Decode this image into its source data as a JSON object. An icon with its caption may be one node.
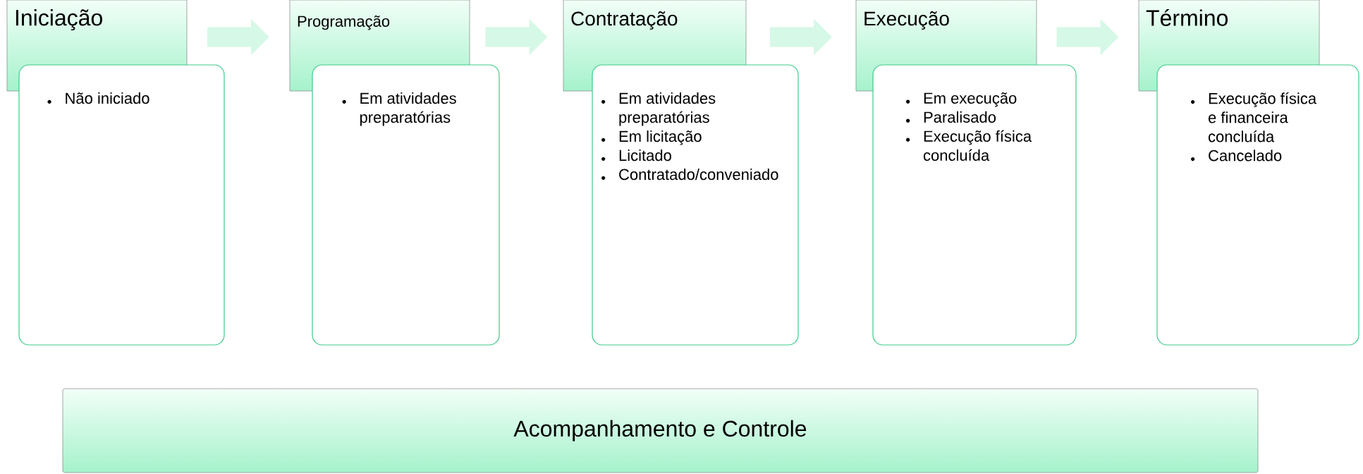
{
  "diagram": {
    "nodes": [
      {
        "text": [
          "Iniciação"
        ]
      },
      {
        "text": [
          "Não iniciado"
        ]
      },
      {
        "text": [
          "Programação"
        ]
      },
      {
        "text": [
          "Em atividades preparatórias"
        ]
      },
      {
        "text": [
          "Contratação"
        ]
      },
      {
        "text": [
          "Em atividades preparatórias",
          "Em licitação",
          "Licitado",
          "Contratado/conveniado"
        ]
      },
      {
        "text": [
          "Execução"
        ]
      },
      {
        "text": [
          "Em execução",
          "Paralisado",
          "Execução física concluída"
        ]
      },
      {
        "text": [
          "Término"
        ]
      },
      {
        "text": [
          "Execução física e financeira concluída",
          "Cancelado"
        ]
      },
      {
        "text": [
          "Acompanhamento e Controle"
        ]
      }
    ],
    "edges": [
      {
        "from": 0,
        "to": 2,
        "arrow": "to"
      },
      {
        "from": 2,
        "to": 4,
        "arrow": "to"
      },
      {
        "from": 4,
        "to": 6,
        "arrow": "to"
      },
      {
        "from": 6,
        "to": 8,
        "arrow": "to"
      }
    ]
  }
}
